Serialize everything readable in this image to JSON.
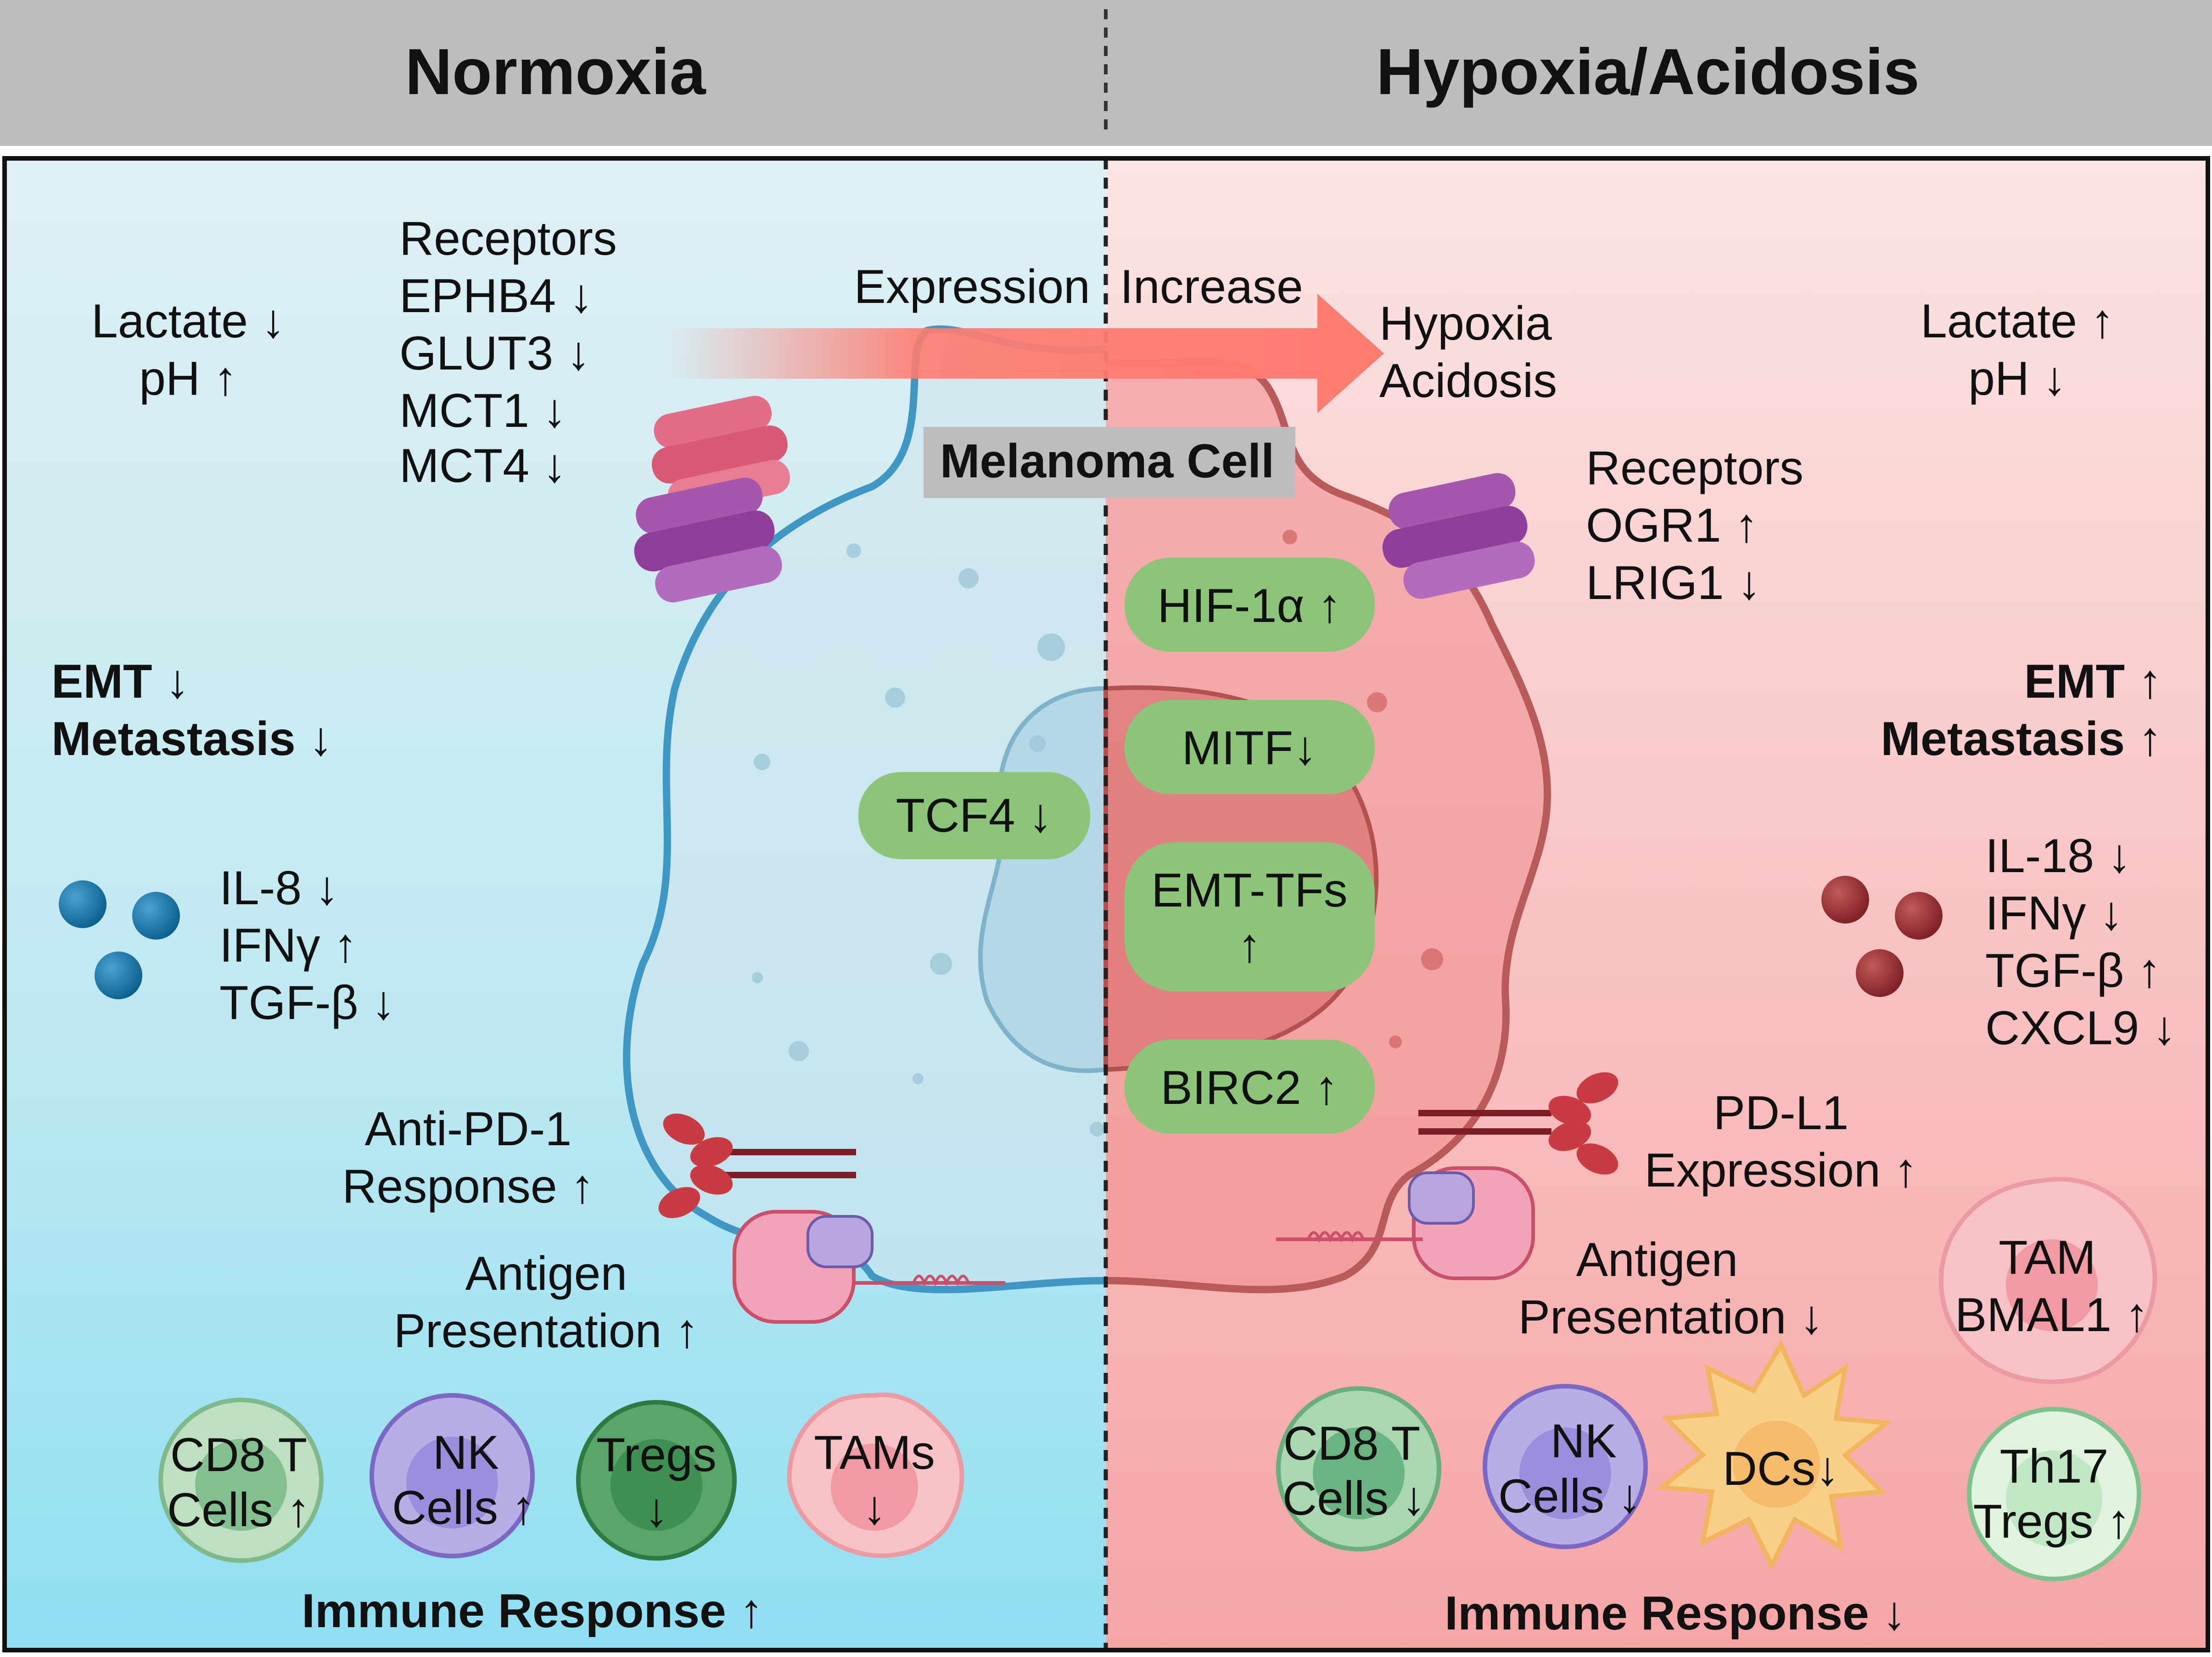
{
  "header": {
    "left_title": "Normoxia",
    "right_title": "Hypoxia/Acidosis"
  },
  "arrow": {
    "left_text": "Expression",
    "right_text": "Increase"
  },
  "center_label": "Melanoma Cell",
  "left": {
    "lactate": "Lactate ↓",
    "ph": "pH ↑",
    "receptors": [
      "Receptors",
      "EPHB4 ↓",
      "GLUT3 ↓",
      "MCT1 ↓",
      "MCT4 ↓"
    ],
    "emt": "EMT ↓",
    "metastasis": "Metastasis ↓",
    "cytokines": [
      "IL-8 ↓",
      "IFNγ ↑",
      "TGF-β ↓"
    ],
    "tcf4": "TCF4 ↓",
    "anti_pd1": [
      "Anti-PD-1",
      "Response ↑"
    ],
    "antigen": [
      "Antigen",
      "Presentation ↑"
    ],
    "cells": [
      {
        "lines": [
          "CD8 T",
          "Cells ↑"
        ]
      },
      {
        "lines": [
          "NK",
          "Cells ↑"
        ]
      },
      {
        "lines": [
          "Tregs",
          "↓"
        ]
      },
      {
        "lines": [
          "TAMs",
          "↓"
        ]
      }
    ],
    "immune": "Immune Response ↑"
  },
  "right": {
    "hypoxia": [
      "Hypoxia",
      "Acidosis"
    ],
    "lactate": "Lactate ↑",
    "ph": "pH ↓",
    "receptors": [
      "Receptors",
      "OGR1 ↑",
      "LRIG1 ↓"
    ],
    "pills": [
      {
        "lines": [
          "HIF-1α ↑"
        ]
      },
      {
        "lines": [
          "MITF↓"
        ]
      },
      {
        "lines": [
          "EMT-TFs",
          "↑"
        ]
      },
      {
        "lines": [
          "BIRC2 ↑"
        ]
      }
    ],
    "emt": "EMT ↑",
    "metastasis": "Metastasis ↑",
    "cytokines": [
      "IL-18 ↓",
      "IFNγ ↓",
      "TGF-β ↑",
      "CXCL9 ↓"
    ],
    "pdl1": [
      "PD-L1",
      "Expression ↑"
    ],
    "antigen": [
      "Antigen",
      "Presentation ↓"
    ],
    "tam": [
      "TAM",
      "BMAL1 ↑"
    ],
    "cells": [
      {
        "lines": [
          "CD8 T",
          "Cells ↓"
        ]
      },
      {
        "lines": [
          "NK",
          "Cells ↓"
        ]
      },
      {
        "lines": [
          "DCs↓"
        ]
      },
      {
        "lines": [
          "Th17",
          "Tregs ↑"
        ]
      }
    ],
    "immune": "Immune Response ↓"
  },
  "colors": {
    "header_bg": "#bdbdbd",
    "left_top": "#dff0f4",
    "left_bottom": "#8fdff3",
    "right_top": "#fbe3e3",
    "right_bottom": "#f59a9a",
    "pill": "#8cc47a",
    "membrane_left": "#3f97c4",
    "membrane_right": "#b85a5a",
    "arrow": "#ff7b70"
  }
}
